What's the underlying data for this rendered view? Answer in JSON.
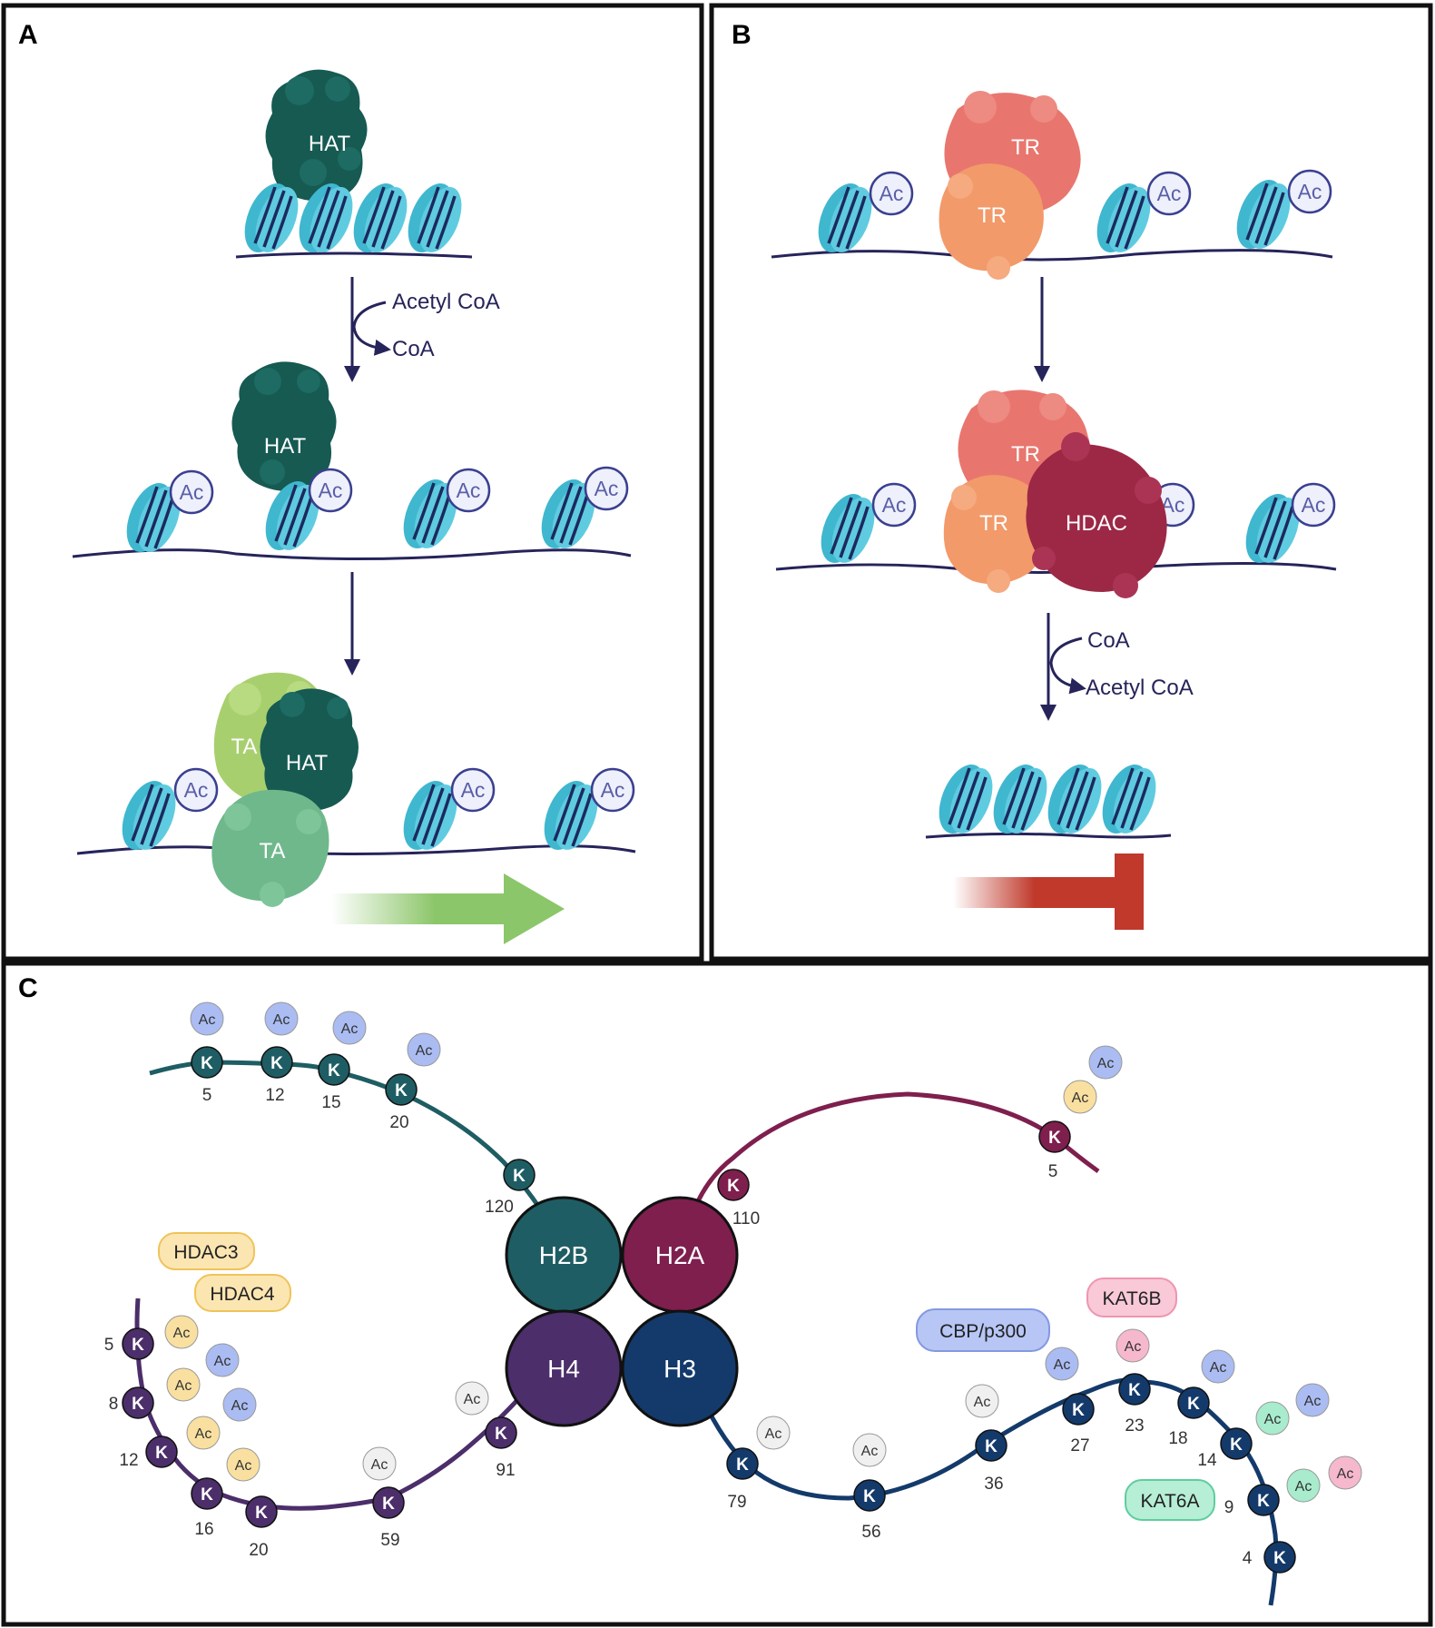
{
  "panels": {
    "a": "A",
    "b": "B",
    "c": "C"
  },
  "ac": "Ac",
  "k": "K",
  "panel_a": {
    "hat": "HAT",
    "ta": "TA",
    "acetyl_coa": "Acetyl CoA",
    "coa": "CoA"
  },
  "panel_b": {
    "tr": "TR",
    "hdac": "HDAC",
    "coa": "CoA",
    "acetyl_coa": "Acetyl CoA"
  },
  "panel_c": {
    "h2b": "H2B",
    "h2a": "H2A",
    "h4": "H4",
    "h3": "H3",
    "hdac3": "HDAC3",
    "hdac4": "HDAC4",
    "cbp": "CBP/p300",
    "kat6b": "KAT6B",
    "kat6a": "KAT6A",
    "h2b_sites": [
      "5",
      "12",
      "15",
      "20",
      "120"
    ],
    "h2a_sites": [
      "110",
      "5"
    ],
    "h4_sites": [
      "5",
      "8",
      "12",
      "16",
      "20",
      "59",
      "91"
    ],
    "h3_sites": [
      "79",
      "56",
      "36",
      "27",
      "23",
      "18",
      "14",
      "9",
      "4"
    ]
  },
  "colors": {
    "nucleosome": "#3fb7cf",
    "dna": "#26245a",
    "hat": "#165a52",
    "ta": "#8fbf5a",
    "tr_top": "#e8766e",
    "tr_bottom": "#f29a6a",
    "hdac": "#9c2846",
    "activation_arrow": "#8cc66a",
    "repression_bar": "#c0392b",
    "h2b": "#1e5d63",
    "h2a": "#7e1f4e",
    "h4": "#4b2e6a",
    "h3": "#133a6a",
    "ac_blue": "#aabcf2",
    "ac_yellow": "#f9e0a0",
    "ac_grey": "#f0f0f0",
    "ac_pink": "#f6b8cc",
    "ac_green": "#a8ebcd"
  }
}
